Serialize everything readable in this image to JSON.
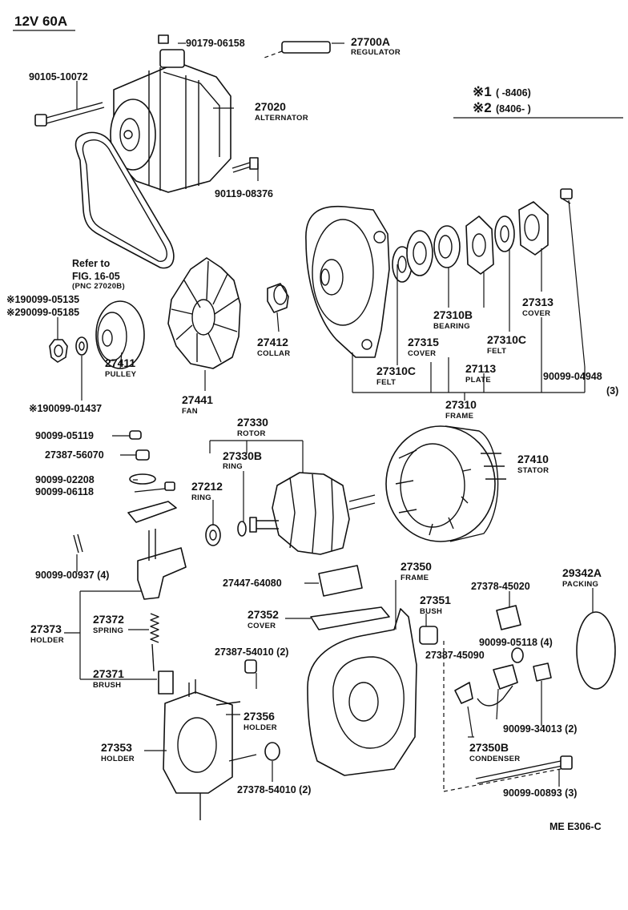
{
  "header": {
    "title": "12V 60A"
  },
  "legend": {
    "line1_mark": "※1",
    "line1_range": "(        -8406)",
    "line2_mark": "※2",
    "line2_range": "(8406-        )"
  },
  "refer": {
    "line1": "Refer to",
    "line2": "FIG. 16-05",
    "line3": "(PNC 27020B)"
  },
  "parts": {
    "p90179_06158": "90179-06158",
    "p27700A": "27700A",
    "n27700A": "REGULATOR",
    "p90105_10072": "90105-10072",
    "p27020": "27020",
    "n27020": "ALTERNATOR",
    "p90119_08376": "90119-08376",
    "p90099_05135": "※190099-05135",
    "p90099_05185": "※290099-05185",
    "p27411": "27411",
    "n27411": "PULLEY",
    "p90099_01437": "※190099-01437",
    "p27441": "27441",
    "n27441": "FAN",
    "p27412": "27412",
    "n27412": "COLLAR",
    "p27310C_a": "27310C",
    "n27310C_a": "FELT",
    "p27315": "27315",
    "n27315": "COVER",
    "p27310B": "27310B",
    "n27310B": "BEARING",
    "p27113": "27113",
    "n27113": "PLATE",
    "p27310C_b": "27310C",
    "n27310C_b": "FELT",
    "p27313": "27313",
    "n27313": "COVER",
    "p90099_04948": "90099-04948",
    "q90099_04948": "(3)",
    "p27310": "27310",
    "n27310": "FRAME",
    "p27330": "27330",
    "n27330": "ROTOR",
    "p27330B": "27330B",
    "n27330B": "RING",
    "p27212": "27212",
    "n27212": "RING",
    "p27410": "27410",
    "n27410": "STATOR",
    "p90099_05119": "90099-05119",
    "p27387_56070": "27387-56070",
    "p90099_02208": "90099-02208",
    "p90099_06118": "90099-06118",
    "p90099_00937": "90099-00937 (4)",
    "p27447_64080": "27447-64080",
    "p27350": "27350",
    "n27350": "FRAME",
    "p27378_45020": "27378-45020",
    "p29342A": "29342A",
    "n29342A": "PACKING",
    "p27373": "27373",
    "n27373": "HOLDER",
    "p27372": "27372",
    "n27372": "SPRING",
    "p27352": "27352",
    "n27352": "COVER",
    "p27351": "27351",
    "n27351": "BUSH",
    "p90099_05118": "90099-05118 (4)",
    "p27387_54010": "27387-54010 (2)",
    "p27387_45090": "27387-45090",
    "p27371": "27371",
    "n27371": "BRUSH",
    "p27356": "27356",
    "n27356": "HOLDER",
    "p90099_34013": "90099-34013 (2)",
    "p27353": "27353",
    "n27353": "HOLDER",
    "p27350B": "27350B",
    "n27350B": "CONDENSER",
    "p27378_54010": "27378-54010 (2)",
    "p90099_00893": "90099-00893 (3)"
  },
  "footer": {
    "code": "ME E306-C"
  }
}
